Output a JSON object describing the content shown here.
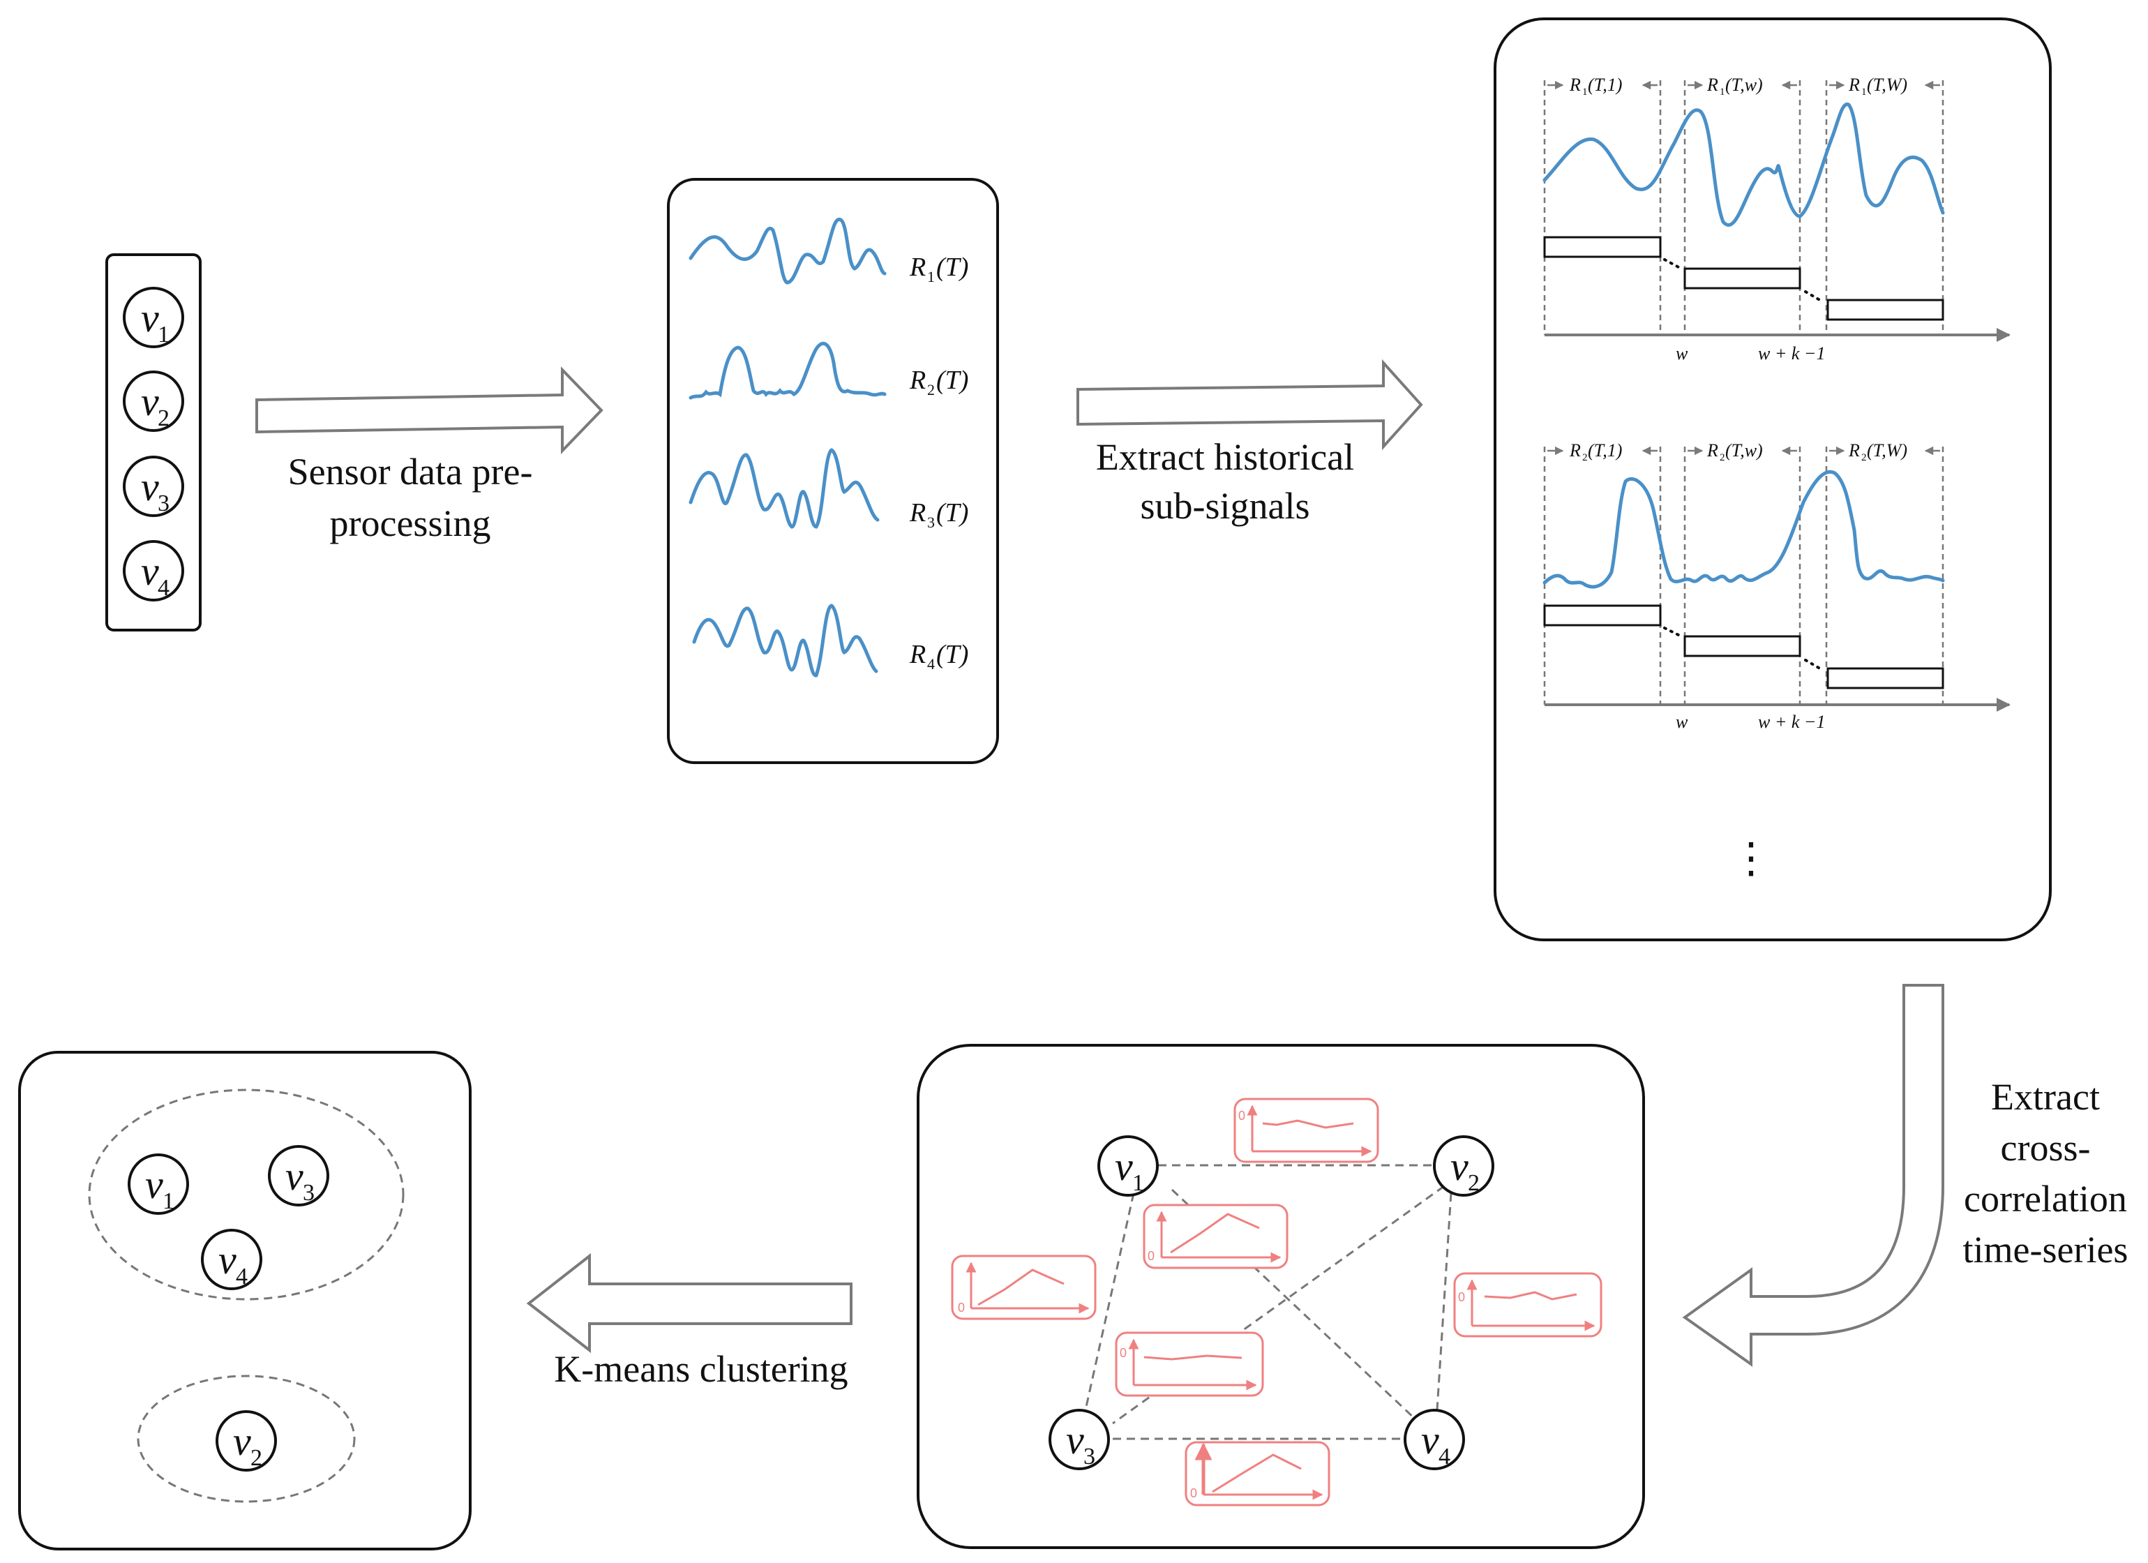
{
  "nodes": {
    "v1": {
      "base": "v",
      "sub": "1"
    },
    "v2": {
      "base": "v",
      "sub": "2"
    },
    "v3": {
      "base": "v",
      "sub": "3"
    },
    "v4": {
      "base": "v",
      "sub": "4"
    }
  },
  "arrows": {
    "preprocess": {
      "line1": "Sensor data pre-",
      "line2": "processing"
    },
    "extract_sub": {
      "line1": "Extract historical",
      "line2": "sub-signals"
    },
    "extract_cross": {
      "line1": "Extract",
      "line2": "cross-",
      "line3": "correlation",
      "line4": "time-series"
    },
    "kmeans": {
      "line1": "K-means clustering"
    }
  },
  "signals": [
    {
      "base": "R",
      "sub": "1",
      "arg": "(T)"
    },
    {
      "base": "R",
      "sub": "2",
      "arg": "(T)"
    },
    {
      "base": "R",
      "sub": "3",
      "arg": "(T)"
    },
    {
      "base": "R",
      "sub": "4",
      "arg": "(T)"
    }
  ],
  "windows": {
    "p1": {
      "w1": {
        "base": "R",
        "sub": "1",
        "arg": "(T,1)"
      },
      "w2": {
        "base": "R",
        "sub": "1",
        "arg": "(T,w)"
      },
      "w3": {
        "base": "R",
        "sub": "1",
        "arg": "(T,W)"
      }
    },
    "p2": {
      "w1": {
        "base": "R",
        "sub": "2",
        "arg": "(T,1)"
      },
      "w2": {
        "base": "R",
        "sub": "2",
        "arg": "(T,w)"
      },
      "w3": {
        "base": "R",
        "sub": "2",
        "arg": "(T,W)"
      }
    }
  },
  "axis_ticks": {
    "w": "w",
    "wk": "w + k −1"
  },
  "ellipsis": "⋮",
  "mini_chart_zero": "0",
  "colors": {
    "signal": "#4a90c8",
    "xcorr": "#f08080",
    "frame": "#111111",
    "arrow": "#7a7a7a",
    "dashed": "#777777"
  }
}
